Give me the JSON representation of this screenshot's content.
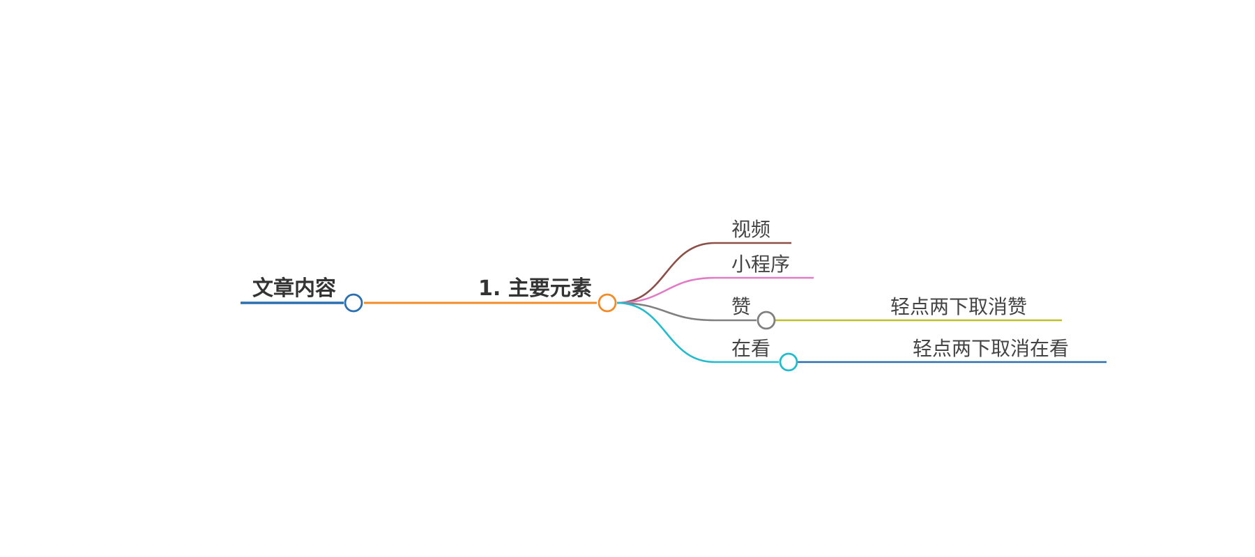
{
  "mindmap": {
    "root": {
      "label": "文章内容",
      "color": "#2a6fb0"
    },
    "section": {
      "label": "1. 主要元素",
      "color": "#f28a25"
    },
    "children": [
      {
        "label": "视频",
        "color": "#8b4f47"
      },
      {
        "label": "小程序",
        "color": "#e27bc6"
      },
      {
        "label": "赞",
        "color": "#808080",
        "detail": {
          "label": "轻点两下取消赞",
          "color": "#bcbf2a"
        }
      },
      {
        "label": "在看",
        "color": "#22bccf",
        "detail": {
          "label": "轻点两下取消在看",
          "color": "#2a6fb0"
        }
      }
    ]
  }
}
